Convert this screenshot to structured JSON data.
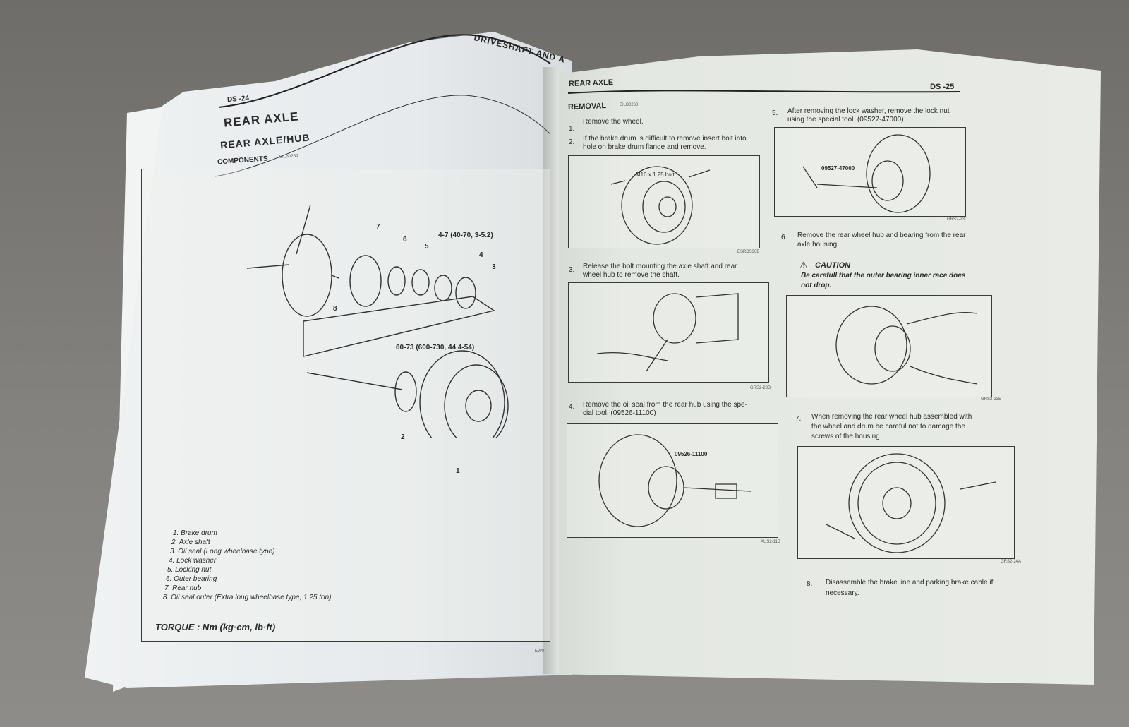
{
  "left_page": {
    "running_header": "DRIVESHAFT AND A",
    "page_number": "DS -24",
    "title": "REAR AXLE",
    "subtitle": "REAR AXLE/HUB",
    "section": "COMPONENTS",
    "section_code": "EILB0250",
    "callouts": [
      "7",
      "6",
      "5",
      "4-7 (40-70, 3-5.2)",
      "4",
      "3",
      "8",
      "60-73 (600-730, 44.4-54)",
      "2",
      "1"
    ],
    "legend": [
      "1. Brake drum",
      "2. Axle shaft",
      "3. Oil seal (Long wheelbase type)",
      "4. Lock washer",
      "5. Locking nut",
      "6. Outer bearing",
      "7. Rear hub",
      "8. Oil seal outer (Extra long wheelbase type, 1.25 ton)"
    ],
    "torque_label": "TORQUE : Nm (kg·cm, lb·ft)",
    "figure_code": "EW0"
  },
  "right_page": {
    "running_header": "REAR AXLE",
    "page_number": "DS -25",
    "section": "REMOVAL",
    "section_code": "EILB0260",
    "steps": [
      {
        "num": "1.",
        "text": [
          "Remove the wheel."
        ]
      },
      {
        "num": "2.",
        "text": [
          "If the brake drum is difficult to remove insert bolt into",
          "hole on brake drum flange and remove."
        ]
      },
      {
        "num": "3.",
        "text": [
          "Release the bolt mounting the axle shaft and rear",
          "wheel hub to remove the shaft."
        ]
      },
      {
        "num": "4.",
        "text": [
          "Remove the oil seal from the rear hub using the spe-",
          "cial tool. (09526-11100)"
        ]
      },
      {
        "num": "5.",
        "text": [
          "After removing the lock washer, remove the lock nut",
          "using the special tool. (09527-47000)"
        ]
      },
      {
        "num": "6.",
        "text": [
          "Remove the rear wheel hub and bearing from the rear",
          "axle housing."
        ]
      },
      {
        "num": "7.",
        "text": [
          "When removing the rear wheel hub assembled with",
          "the wheel and drum be careful not to damage the",
          "screws of the housing."
        ]
      },
      {
        "num": "8.",
        "text": [
          "Disassemble the brake line and parking brake cable if",
          "necessary."
        ]
      }
    ],
    "caution_title": "CAUTION",
    "caution_text": [
      "Be carefull that the outer bearing inner race does",
      "not drop."
    ],
    "figure_labels": {
      "fig2": "M10 x 1.25 bolt",
      "fig4": "09526-11100",
      "fig5": "09527-47000"
    },
    "figure_codes": [
      "ESRDS30B",
      "GRS2-23B",
      "AUS2-11B",
      "GRS2-23D",
      "GRS2-23E",
      "GRS2-24A"
    ]
  }
}
